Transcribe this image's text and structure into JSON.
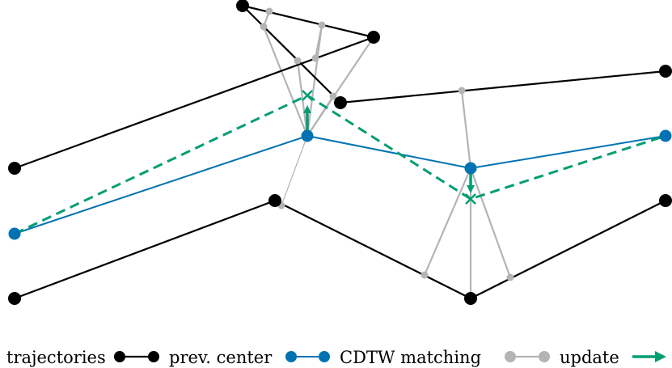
{
  "colors": {
    "trajectory": "#000000",
    "center": "#0173b2",
    "matching": "#b4b4b4",
    "update": "#029e73"
  },
  "legend": {
    "trajectories_label": "trajectories",
    "prev_center_label": "prev. center",
    "matching_label": "CDTW matching",
    "update_label": "update"
  }
}
